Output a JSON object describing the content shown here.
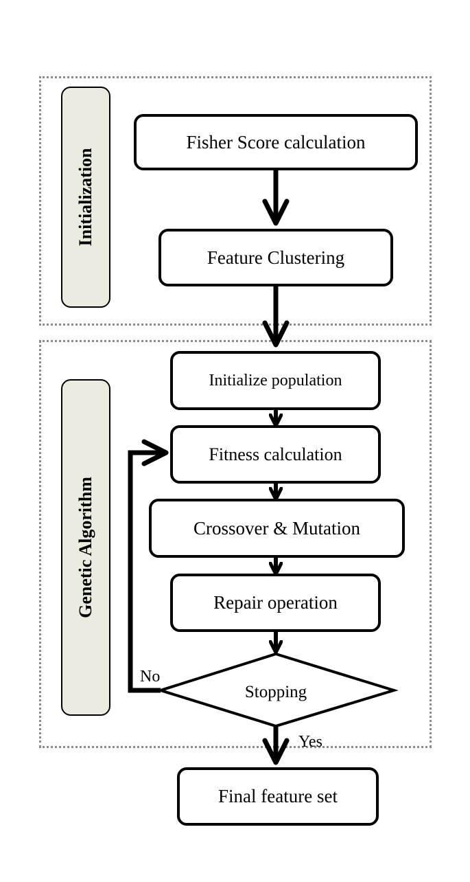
{
  "phases": {
    "initialization": "Initialization",
    "genetic_algorithm": "Genetic Algorithm"
  },
  "steps": {
    "fisher_score": "Fisher Score calculation",
    "feature_clustering": "Feature Clustering",
    "initialize_population": "Initialize population",
    "fitness_calculation": "Fitness calculation",
    "crossover_mutation": "Crossover & Mutation",
    "repair_operation": "Repair operation",
    "final_feature_set": "Final feature set"
  },
  "decision": {
    "label": "Stopping",
    "no_label": "No",
    "yes_label": "Yes"
  }
}
